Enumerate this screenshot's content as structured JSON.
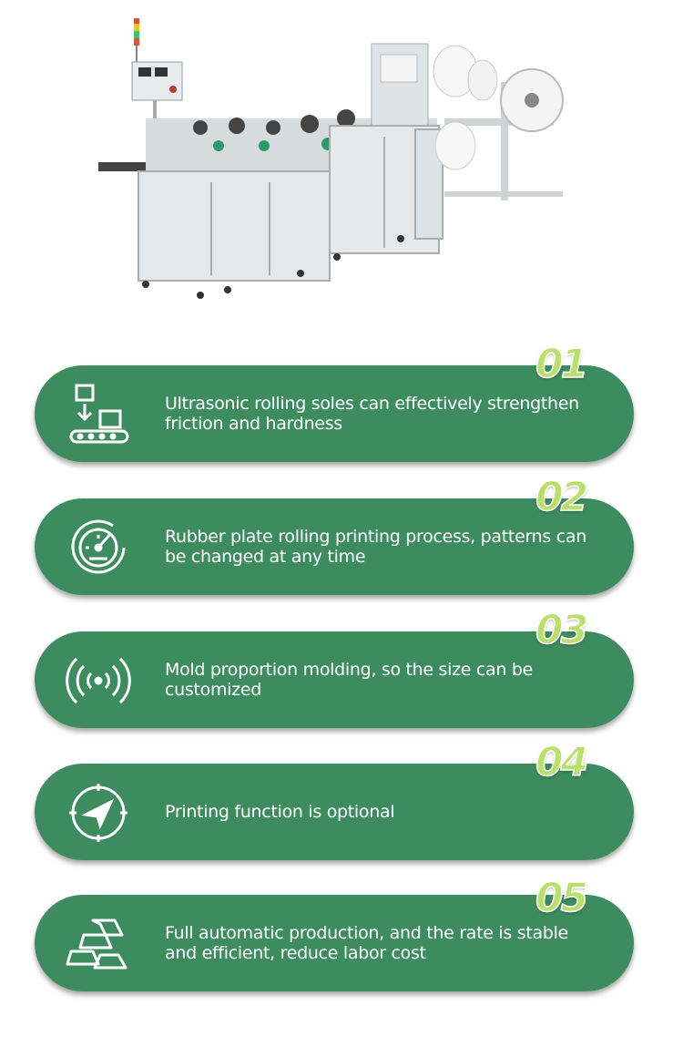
{
  "features": [
    {
      "number": "01",
      "text": "Ultrasonic rolling soles can effectively strengthen friction and hardness",
      "icon": "conveyor-box-icon"
    },
    {
      "number": "02",
      "text": "Rubber plate rolling printing process, patterns can be changed at any time",
      "icon": "gauge-icon"
    },
    {
      "number": "03",
      "text": "Mold proportion molding, so the size can be customized",
      "icon": "signal-waves-icon"
    },
    {
      "number": "04",
      "text": "Printing function is optional",
      "icon": "compass-icon"
    },
    {
      "number": "05",
      "text": "Full automatic production, and the rate is stable and efficient, reduce labor cost",
      "icon": "gold-bars-icon"
    }
  ],
  "colors": {
    "card": "#3d8c5f",
    "number": "#b9e06a",
    "text": "#ffffff"
  }
}
